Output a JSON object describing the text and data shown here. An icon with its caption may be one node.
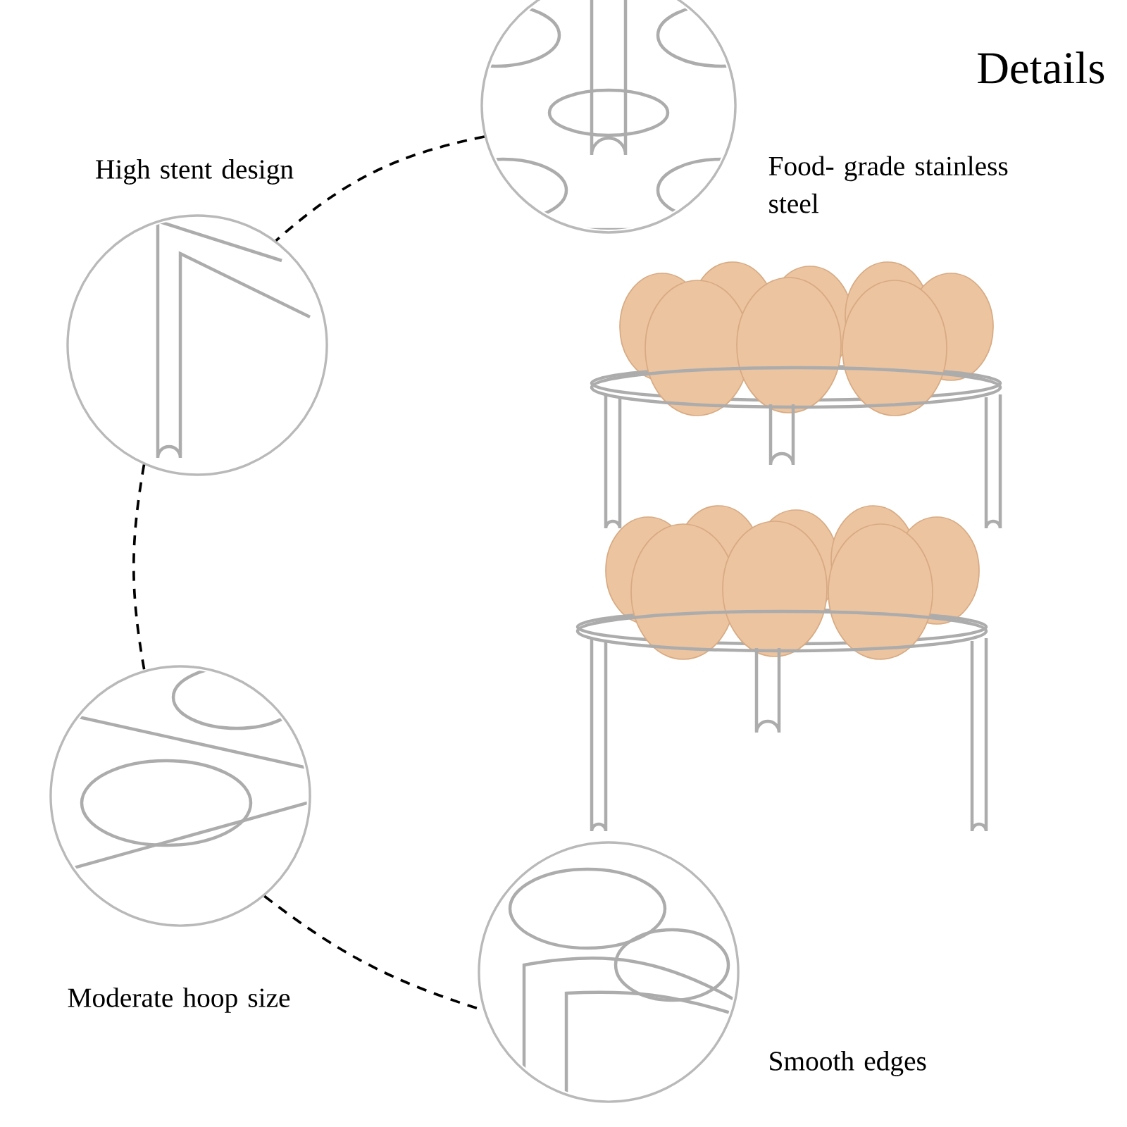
{
  "diagram": {
    "title": "Details",
    "nodes": [
      {
        "text": [
          "Food- grade stainless steel"
        ]
      },
      {
        "text": [
          "High stent design"
        ]
      },
      {
        "text": [
          "Moderate hoop size"
        ]
      },
      {
        "text": [
          "Smooth edges"
        ]
      }
    ],
    "edges": [
      {
        "from": 0,
        "to": 1,
        "arrow": "none",
        "style": "dashed"
      },
      {
        "from": 1,
        "to": 2,
        "arrow": "none",
        "style": "dashed"
      },
      {
        "from": 2,
        "to": 3,
        "arrow": "none",
        "style": "dashed"
      }
    ]
  }
}
